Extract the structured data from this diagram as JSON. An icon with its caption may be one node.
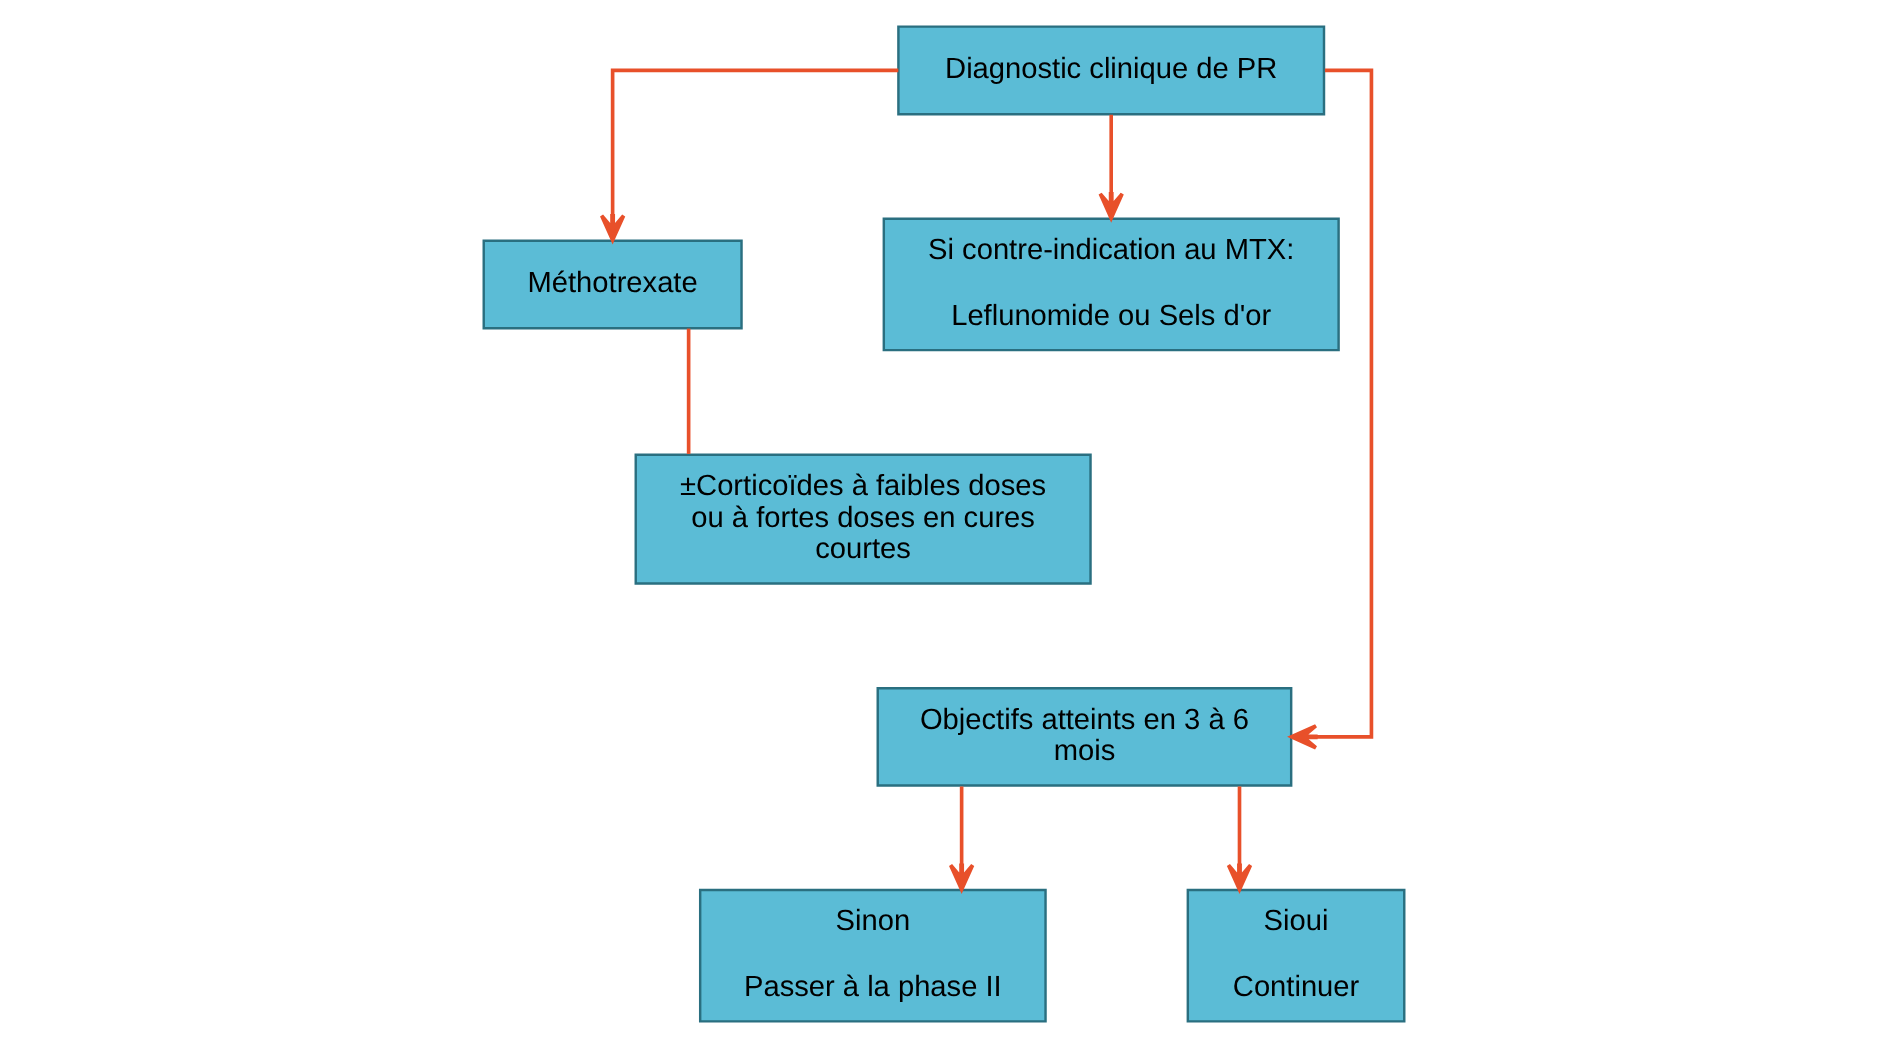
{
  "diagram": {
    "nodes": [
      {
        "text": [
          "Diagnostic clinique de PR"
        ]
      },
      {
        "text": [
          "Méthotrexate"
        ]
      },
      {
        "text": [
          "Si contre-indication au MTX:",
          "Leflunomide ou Sels d'or"
        ]
      },
      {
        "text": [
          "±Corticoïdes à faibles doses ou à fortes doses en cures courtes"
        ]
      },
      {
        "text": [
          "Objectifs atteints en 3 à 6 mois"
        ]
      },
      {
        "text": [
          "Sinon",
          "Passer à la phase II"
        ]
      },
      {
        "text": [
          "Sioui",
          "Continuer"
        ]
      }
    ],
    "edges": [
      {
        "from": 0,
        "to": 1,
        "arrow": "to"
      },
      {
        "from": 0,
        "to": 2,
        "arrow": "to"
      },
      {
        "from": 0,
        "to": 4,
        "arrow": "to"
      },
      {
        "from": 1,
        "to": 3,
        "arrow": "none"
      },
      {
        "from": 4,
        "to": 5,
        "arrow": "to"
      },
      {
        "from": 4,
        "to": 6,
        "arrow": "to"
      }
    ]
  }
}
